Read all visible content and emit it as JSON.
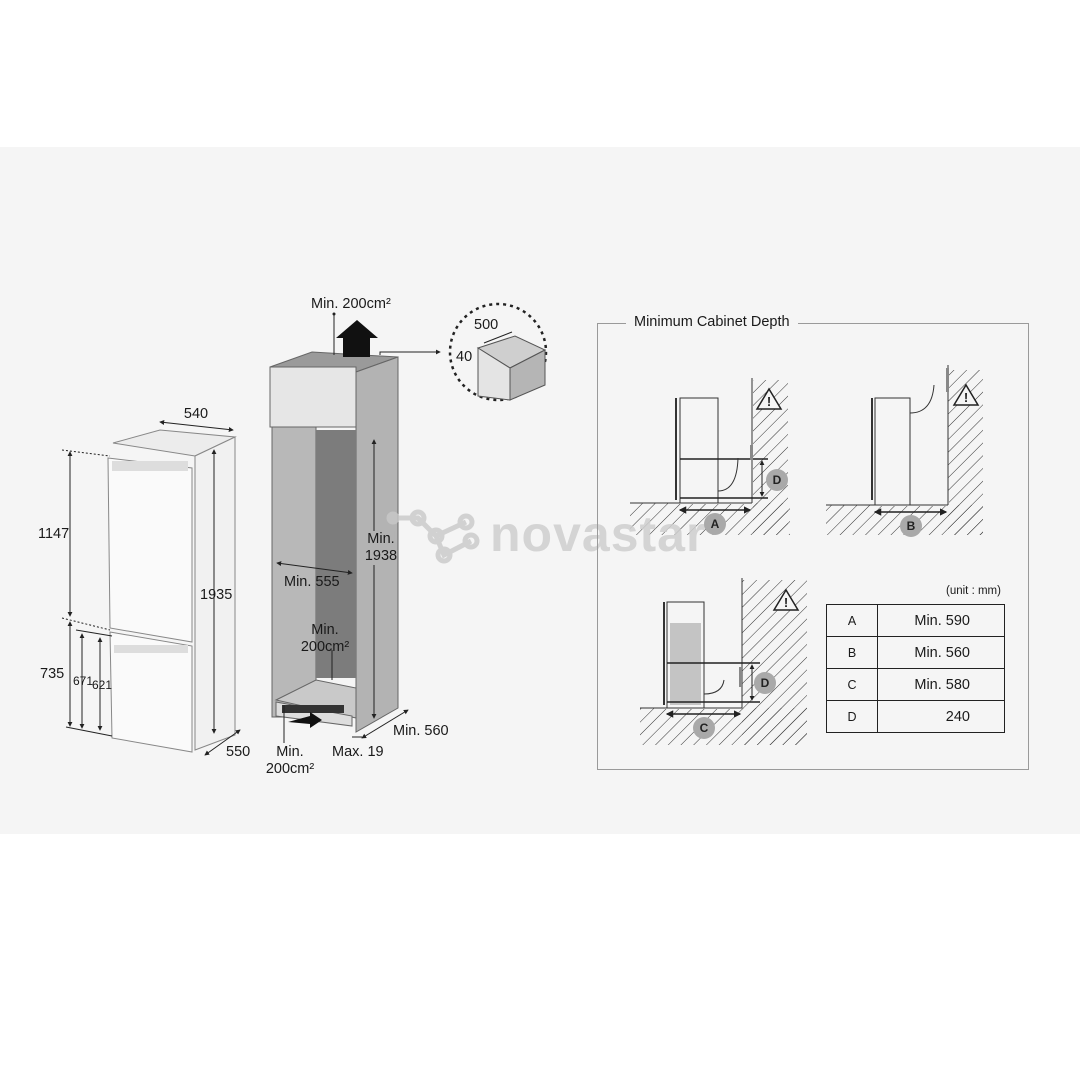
{
  "watermark": {
    "text": "novastar"
  },
  "fridge": {
    "width": "540",
    "height_total": "1935",
    "depth": "550",
    "upper_section": "1147",
    "lower_section": "735",
    "lower_a": "671",
    "lower_b": "621"
  },
  "cabinet": {
    "top_vent": "Min. 200cm²",
    "inner_height_l1": "Min.",
    "inner_height_l2": "1938",
    "inner_width": "Min. 555",
    "rear_vent_l1": "Min.",
    "rear_vent_l2": "200cm²",
    "bottom_vent_l1": "Min.",
    "bottom_vent_l2": "200cm²",
    "side_gap": "Max. 19",
    "depth": "Min. 560",
    "detail_width": "500",
    "detail_height": "40"
  },
  "depth_panel": {
    "title": "Minimum Cabinet Depth",
    "unit": "(unit : mm)",
    "markers": {
      "a": "A",
      "b": "B",
      "c": "C",
      "d": "D"
    },
    "table": [
      {
        "key": "A",
        "value": "Min. 590"
      },
      {
        "key": "B",
        "value": "Min. 560"
      },
      {
        "key": "C",
        "value": "Min. 580"
      },
      {
        "key": "D",
        "value": "240"
      }
    ]
  },
  "colors": {
    "background": "#f5f5f5",
    "cabinet_side": "#a8a8a8",
    "cabinet_back": "#7a7a7a",
    "marker": "#a9a9a9"
  }
}
